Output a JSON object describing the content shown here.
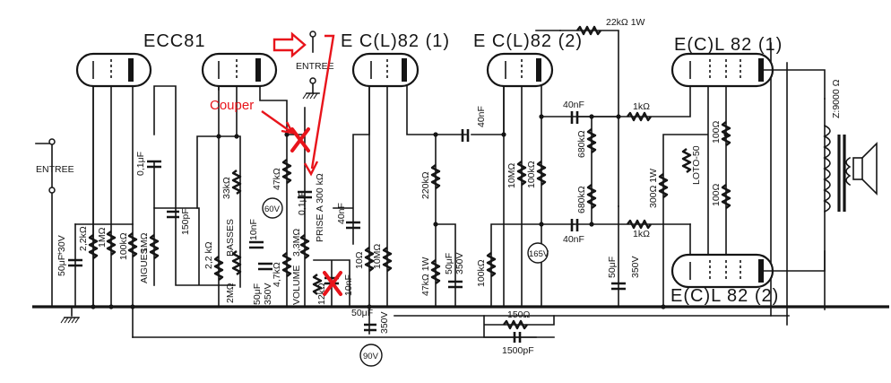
{
  "labels": {
    "ecc81": "ECC81",
    "ecl82_1": "E C(L)82 (1)",
    "ecl82_2": "E C(L)82 (2)",
    "ecl82_out1": "E(C)L 82  (1)",
    "ecl82_out2": "E(C)L 82  (2)",
    "entree_left": "ENTREE",
    "entree_top": "ENTREE",
    "couper": "Couper",
    "aigues": "AIGUES",
    "basses": "BASSES",
    "volume": "VOLUME",
    "prise": "PRISE A 300 kΩ",
    "loto": "LOTO-50"
  },
  "values": {
    "c_50uf_30v": "50μF  30V",
    "r_2k2": "2,2kΩ",
    "r_1m_a": "1MΩ",
    "r_100k_a": "100kΩ",
    "c_01uf": "0,1μF",
    "r_1m_aig": "1MΩ",
    "c_150pf": "150pF",
    "r_2k2_b": "2,2 kΩ",
    "r_33k": "33kΩ",
    "r_2m": "2MΩ",
    "c_10nf_b": "10nF",
    "c_50uf_350_b": "50μF",
    "c_350v_b": "350V",
    "r_47k_b": "4,7kΩ",
    "r_47k": "47kΩ",
    "c_01uf_b": "0,1μF",
    "r_33m": "3,3MΩ",
    "r_12k": "12kΩ",
    "c_10nf_x": "10nF",
    "c_40nf_a": "40nF",
    "r_10ohm": "10Ω",
    "r_10m": "10MΩ",
    "r_220k": "220kΩ",
    "r_47k_1w": "47kΩ 1W",
    "c_50uf_350_c": "50μF",
    "c_350v_c": "350V",
    "c_40nf_b": "40nF",
    "r_100k_b": "100kΩ",
    "r_10m_b": "10MΩ",
    "r_100k_c": "100kΩ",
    "c_40nf_c": "40nF",
    "r_680k_1": "680kΩ",
    "r_680k_2": "680kΩ",
    "c_40nf_d": "40nF",
    "r_1k_1": "1kΩ",
    "r_1k_2": "1kΩ",
    "r_300_1w": "300Ω 1W",
    "r_100_1": "100Ω",
    "r_100_2": "100Ω",
    "r_22k_1w": "22kΩ 1W",
    "c_50uf_350_d": "50μF",
    "c_350v_d": "350V",
    "r_150": "150Ω",
    "c_1500pf": "1500pF",
    "c_50uf_350_e": "50μF",
    "c_350v_e": "350V",
    "z_9000": "Z:9000 Ω",
    "v_60": "60V",
    "v_165": "165V",
    "v_90": "90V"
  }
}
